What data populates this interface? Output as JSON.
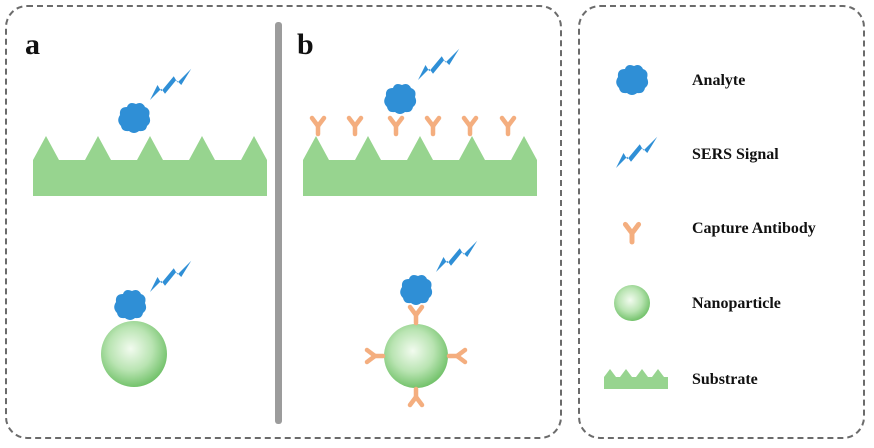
{
  "panels": {
    "a": {
      "label": "a"
    },
    "b": {
      "label": "b"
    }
  },
  "legend": {
    "analyte": "Analyte",
    "sers_signal": "SERS Signal",
    "capture_antibody": "Capture Antibody",
    "nanoparticle": "Nanoparticle",
    "substrate": "Substrate"
  },
  "colors": {
    "analyte": "#2f8fd6",
    "signal": "#2f8fd6",
    "antibody": "#f4ae7f",
    "substrate": "#97d48f",
    "nanoparticle": "#8fd08a",
    "frame": "#6b6b6b",
    "divider": "#9c9c9c"
  }
}
